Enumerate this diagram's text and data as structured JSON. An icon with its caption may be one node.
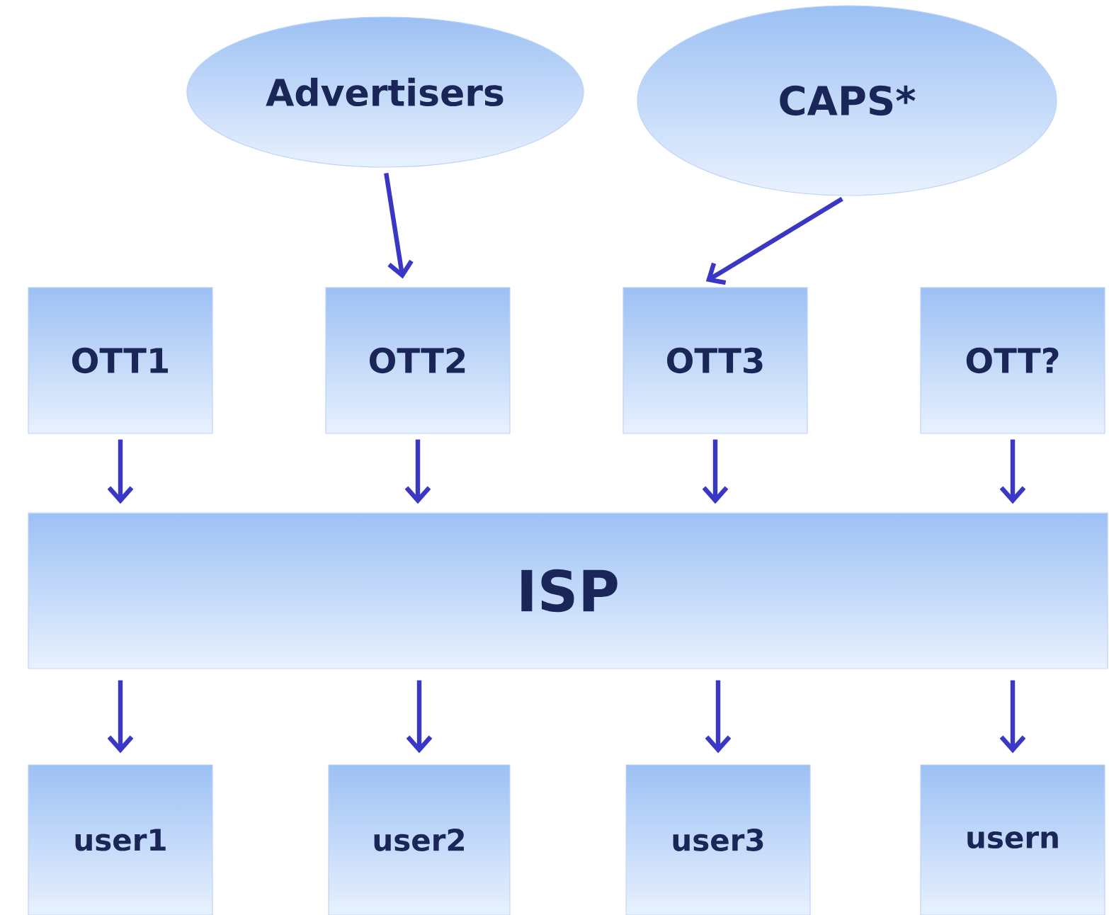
{
  "diagram": {
    "nodes": [
      {
        "text": [
          "Advertisers"
        ]
      },
      {
        "text": [
          "CAPS*"
        ]
      },
      {
        "text": [
          "OTT1"
        ]
      },
      {
        "text": [
          "OTT2"
        ]
      },
      {
        "text": [
          "OTT3"
        ]
      },
      {
        "text": [
          "OTT?"
        ]
      },
      {
        "text": [
          "ISP"
        ]
      },
      {
        "text": [
          "user1"
        ]
      },
      {
        "text": [
          "user2"
        ]
      },
      {
        "text": [
          "user3"
        ]
      },
      {
        "text": [
          "usern"
        ]
      }
    ],
    "edges": [
      {
        "from": 0,
        "to": 3,
        "arrow": "to"
      },
      {
        "from": 1,
        "to": 4,
        "arrow": "to"
      },
      {
        "from": 2,
        "to": 6,
        "arrow": "to"
      },
      {
        "from": 3,
        "to": 6,
        "arrow": "to"
      },
      {
        "from": 4,
        "to": 6,
        "arrow": "to"
      },
      {
        "from": 5,
        "to": 6,
        "arrow": "to"
      },
      {
        "from": 6,
        "to": 7,
        "arrow": "to"
      },
      {
        "from": 6,
        "to": 8,
        "arrow": "to"
      },
      {
        "from": 6,
        "to": 9,
        "arrow": "to"
      },
      {
        "from": 6,
        "to": 10,
        "arrow": "to"
      }
    ]
  }
}
